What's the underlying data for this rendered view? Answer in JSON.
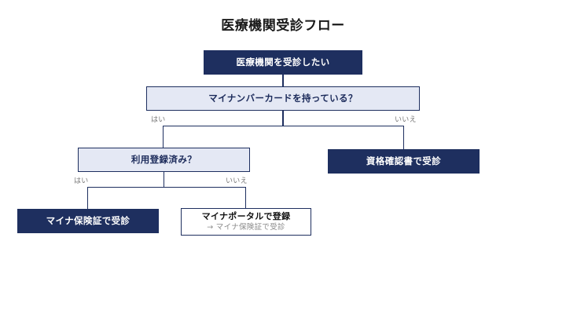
{
  "chart": {
    "title": "医療機関受診フロー",
    "type": "flowchart",
    "orientation": "top-down",
    "colors": {
      "node_fill": "#1e2f5f",
      "node_text": "#ffffff",
      "decision_fill": "#e4e8f4",
      "decision_border": "#1e2f5f",
      "decision_text": "#1b2a5a",
      "outline_fill": "#ffffff",
      "connector": "#1e2f5f",
      "edge_label": "#777777",
      "sub_text": "#8a8a8a",
      "background": "#ffffff"
    }
  },
  "nodes": {
    "start": {
      "label": "医療機関を受診したい"
    },
    "decision_card": {
      "label": "マイナンバーカードを持っている？"
    },
    "decision_registered": {
      "label": "利用登録済み？"
    },
    "cert_visit": {
      "label": "資格確認書で受診"
    },
    "myna_insurance": {
      "label": "マイナ保険証で受診"
    },
    "portal_register": {
      "label": "マイナポータルで登録",
      "sublabel": "→ マイナ保険証で受診"
    }
  },
  "edges": {
    "card_yes": "はい",
    "card_no": "いいえ",
    "registered_yes": "はい",
    "registered_no": "いいえ"
  }
}
